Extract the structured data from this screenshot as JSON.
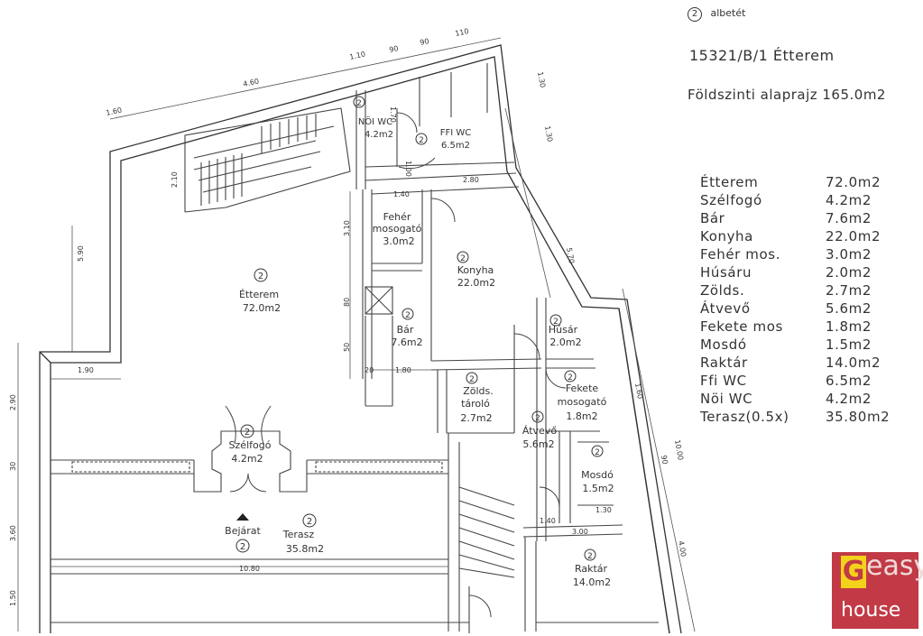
{
  "legend": {
    "unit_number": "2",
    "subtitle": "albetét",
    "line1": "15321/B/1 Étterem",
    "line2": "Földszinti alaprajz 165.0m2",
    "areas": [
      {
        "name": "Étterem",
        "value": "72.0m2"
      },
      {
        "name": "Szélfogó",
        "value": "4.2m2"
      },
      {
        "name": "Bár",
        "value": "7.6m2"
      },
      {
        "name": "Konyha",
        "value": "22.0m2"
      },
      {
        "name": "Fehér mos.",
        "value": "3.0m2"
      },
      {
        "name": "Húsáru",
        "value": "2.0m2"
      },
      {
        "name": "Zölds.",
        "value": "2.7m2"
      },
      {
        "name": "Átvevő",
        "value": "5.6m2"
      },
      {
        "name": "Fekete mos",
        "value": "1.8m2"
      },
      {
        "name": "Mosdó",
        "value": "1.5m2"
      },
      {
        "name": "Raktár",
        "value": "14.0m2"
      },
      {
        "name": "Ffi WC",
        "value": "6.5m2"
      },
      {
        "name": "Nöi WC",
        "value": "4.2m2"
      },
      {
        "name": "Terasz(0.5x)",
        "value": "35.80m2"
      }
    ]
  },
  "rooms": {
    "etterem": {
      "num": "2",
      "name": "Étterem",
      "area": "72.0m2"
    },
    "noi_wc": {
      "num": "2",
      "name": "NÖI WC",
      "area": "4.2m2"
    },
    "ffi_wc": {
      "num": "2",
      "name": "FFI WC",
      "area": "6.5m2"
    },
    "feher": {
      "name1": "Fehér",
      "name2": "mosogató",
      "area": "3.0m2"
    },
    "konyha": {
      "num": "2",
      "name": "Konyha",
      "area": "22.0m2"
    },
    "bar": {
      "num": "2",
      "name": "Bár",
      "area": "7.6m2"
    },
    "husaru": {
      "num": "2",
      "name": "Húsár",
      "area": "2.0m2"
    },
    "zolds": {
      "num": "2",
      "name1": "Zölds.",
      "name2": "tároló",
      "area": "2.7m2"
    },
    "fekete": {
      "num": "2",
      "name1": "Fekete",
      "name2": "mosogató",
      "area": "1.8m2"
    },
    "atvevo": {
      "num": "2",
      "name": "Átvevő",
      "area": "5.6m2"
    },
    "mosdo": {
      "num": "2",
      "name": "Mosdó",
      "area": "1.5m2"
    },
    "szelfogo": {
      "num": "2",
      "name": "Szélfogó",
      "area": "4.2m2"
    },
    "terasz": {
      "num": "2",
      "name": "Terasz",
      "area": "35.8m2"
    },
    "bejarat": {
      "name": "Bejárat",
      "num": "2"
    },
    "raktar": {
      "num": "2",
      "name": "Raktár",
      "area": "14.0m2"
    }
  },
  "dimensions": {
    "top_160": "1.60",
    "top_460": "4.60",
    "top_110a": "1.10",
    "top_90a": "90",
    "top_90b": "90",
    "top_110b": "110",
    "left_590": "5.90",
    "left_190": "1.90",
    "left_290": "2.90",
    "left_30": "30",
    "left_360": "3.60",
    "left_150": "1.50",
    "stair_210": "2.10",
    "bottom_1080": "10.80",
    "mid_140": "1.40",
    "mid_280": "2.80",
    "mid_310": "3.10",
    "mid_80": "80",
    "mid_50": "50",
    "mid_20": "20",
    "mid_180": "1.80",
    "r_130": "1.30",
    "r_130b": "1.30",
    "r_570": "5.70",
    "r_160": "1.60",
    "r_1000": "10.00",
    "r_90": "90",
    "r_400": "4.00",
    "wc_170": "1.70",
    "wc_100": "1.00",
    "low_140": "1.40",
    "low_130": "1.30",
    "low_300": "3.00"
  },
  "logo": {
    "word": "easy",
    "letter": "G",
    "brand": "house"
  }
}
